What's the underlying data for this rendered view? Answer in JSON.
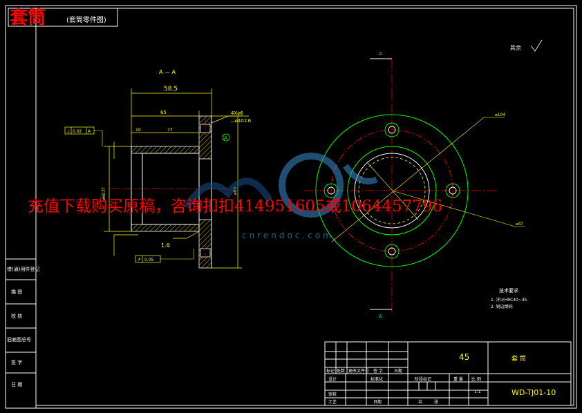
{
  "title": "套筒",
  "subtitle": "(套筒零件图)",
  "section_label": "A — A",
  "section_mark": "A",
  "roughness_note": "其余",
  "dims": {
    "overall_length": "58.5",
    "inner_length": "65",
    "hole_spec": "4X⌀6",
    "counterbore_spec": "⌴⌀10∓6",
    "datum": "A",
    "small_dim_1": "10",
    "small_dim_2": "77",
    "dia_left": "⌀60.f7",
    "dia_right": "⌀90",
    "chamfer": "1.6",
    "pcd_label": "⌀104",
    "bore_label": "⌀47"
  },
  "tolerances": {
    "perpendicularity_symbol": "⊥",
    "perpendicularity_value": "0.02",
    "perpendicularity_datum": "A",
    "circular_runout_symbol": "↗",
    "circular_runout_value": "0.05"
  },
  "tech_requirements": {
    "heading": "技术要求",
    "items": [
      "1. 淬火HRC40~45",
      "2. 锐边倒钝"
    ]
  },
  "side_block": [
    "借(通)用件登记",
    "描 图",
    "校 核",
    "旧底图总号",
    "签 字",
    "日 期"
  ],
  "title_block": {
    "material": "45",
    "part_name": "套 筒",
    "drawing_no": "WD-TJ01-10",
    "scale": "1:1",
    "stage_label": "阶段标记",
    "weight_label": "重 量",
    "scale_label": "比 例",
    "sheet_label": "共",
    "sheet_of": "张",
    "design": "设计",
    "check": "审核",
    "process": "工艺",
    "standard": "标准化",
    "approve": "日期",
    "mark": "标记",
    "count": "处数",
    "change_doc": "更改文件号",
    "sign": "签 字",
    "date": "日期"
  },
  "watermark": {
    "main": "充值下载购买原稿，咨询扣扣414951605或1064457796",
    "site": "cnrendoc.com"
  },
  "colors": {
    "frame": "#ffffff",
    "part": "#ffffff",
    "dimension": "#ffff00",
    "center": "#ff0000",
    "outer": "#00ff00",
    "hatch": "#ffff00",
    "title": "#ff0000"
  }
}
